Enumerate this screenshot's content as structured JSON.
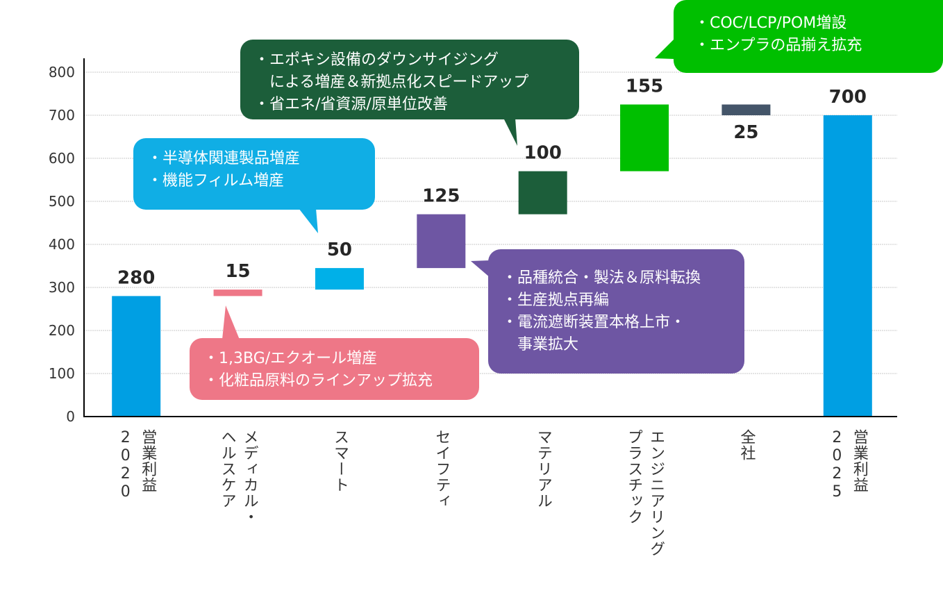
{
  "chart_data": {
    "type": "bar",
    "subtype": "waterfall",
    "title": "",
    "xlabel": "",
    "ylabel": "",
    "ylim": [
      0,
      800
    ],
    "yticks": [
      0,
      100,
      200,
      300,
      400,
      500,
      600,
      700,
      800
    ],
    "grid": true,
    "legend": "none",
    "categories": [
      "2020 営業利益",
      "メディカル・ヘルスケア",
      "スマート",
      "セイフティ",
      "マテリアル",
      "エンジニアリングプラスチック",
      "全社",
      "2025 営業利益"
    ],
    "category_label_lines": [
      [
        "営業利益",
        "2020"
      ],
      [
        "メディカル・",
        "ヘルスケア"
      ],
      [
        "スマート"
      ],
      [
        "セイフティ"
      ],
      [
        "マテリアル"
      ],
      [
        "エンジニアリング",
        "プラスチック"
      ],
      [
        "全社"
      ],
      [
        "営業利益",
        "2025"
      ]
    ],
    "bars": [
      {
        "category": "2020 営業利益",
        "kind": "total",
        "value": 280,
        "label": "280",
        "color": "#009fe3"
      },
      {
        "category": "メディカル・ヘルスケア",
        "kind": "delta",
        "value": 15,
        "label": "15",
        "color": "#ee7787"
      },
      {
        "category": "スマート",
        "kind": "delta",
        "value": 50,
        "label": "50",
        "color": "#00b0e8"
      },
      {
        "category": "セイフティ",
        "kind": "delta",
        "value": 125,
        "label": "125",
        "color": "#6e56a3"
      },
      {
        "category": "マテリアル",
        "kind": "delta",
        "value": 100,
        "label": "100",
        "color": "#1c5e3a"
      },
      {
        "category": "エンジニアリングプラスチック",
        "kind": "delta",
        "value": 155,
        "label": "155",
        "color": "#00bf00"
      },
      {
        "category": "全社",
        "kind": "delta",
        "value": -25,
        "label": "25",
        "color": "#445569"
      },
      {
        "category": "2025 営業利益",
        "kind": "total",
        "value": 700,
        "label": "700",
        "color": "#009fe3"
      }
    ],
    "annotations": [
      {
        "target": "スマート",
        "color": "#10aee5",
        "lines": [
          "・半導体関連製品増産",
          "・機能フィルム増産"
        ]
      },
      {
        "target": "メディカル・ヘルスケア",
        "color": "#ee7787",
        "lines": [
          "・1,3BG/エクオール増産",
          "・化粧品原料のラインアップ拡充"
        ]
      },
      {
        "target": "マテリアル",
        "color": "#1c5e3a",
        "lines": [
          "・エポキシ設備のダウンサイジング",
          "　による増産＆新拠点化スピードアップ",
          "・省エネ/省資源/原単位改善"
        ]
      },
      {
        "target": "セイフティ",
        "color": "#6e56a3",
        "lines": [
          "・品種統合・製法＆原料転換",
          "・生産拠点再編",
          "・電流遮断装置本格上市・",
          "　事業拡大"
        ]
      },
      {
        "target": "エンジニアリングプラスチック",
        "color": "#00bf00",
        "lines": [
          "・COC/LCP/POM増設",
          "・エンプラの品揃え拡充"
        ]
      }
    ]
  }
}
